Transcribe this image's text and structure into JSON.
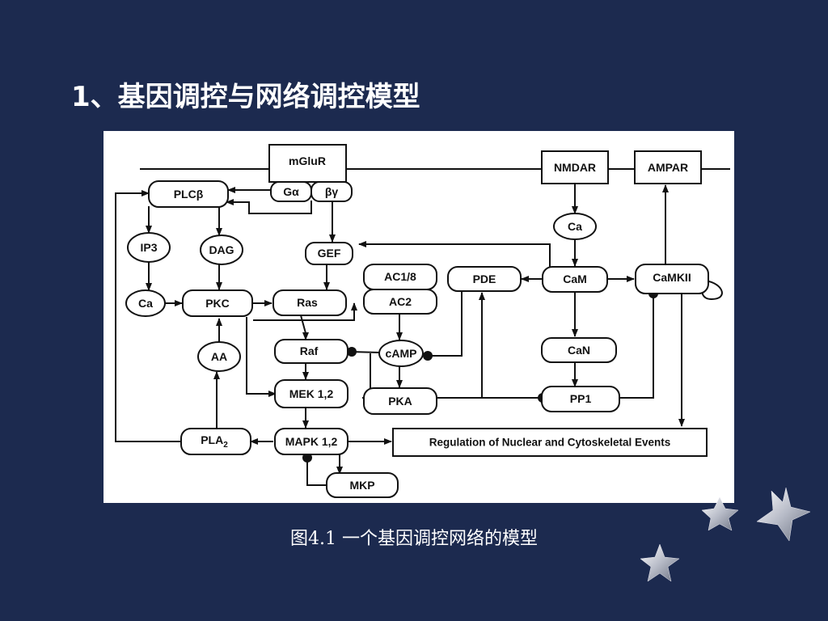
{
  "slide": {
    "title": "1、基因调控与网络调控模型",
    "caption": "图4.1  一个基因调控网络的模型"
  },
  "diagram": {
    "nodes": {
      "mGluR": "mGluR",
      "Galpha_G": "G",
      "Galpha_a": "α",
      "betagamma": "βγ",
      "PLCbeta": "PLCβ",
      "IP3": "IP3",
      "DAG": "DAG",
      "Ca_left": "Ca",
      "PKC": "PKC",
      "AA": "AA",
      "PLA2_main": "PLA",
      "PLA2_sub": "2",
      "GEF": "GEF",
      "Ras": "Ras",
      "Raf": "Raf",
      "MEK": "MEK 1,2",
      "MAPK": "MAPK 1,2",
      "MKP": "MKP",
      "AC18": "AC1/8",
      "AC2": "AC2",
      "cAMP": "cAMP",
      "PKA": "PKA",
      "PDE": "PDE",
      "NMDAR": "NMDAR",
      "AMPAR": "AMPAR",
      "Ca_right": "Ca",
      "CaM": "CaM",
      "CaMKII": "CaMKII",
      "CaN": "CaN",
      "PP1": "PP1",
      "Regulation": "Regulation of Nuclear and Cytoskeletal Events"
    }
  },
  "colors": {
    "background": "#1c2a4f",
    "panel": "#ffffff",
    "ink": "#111111"
  }
}
